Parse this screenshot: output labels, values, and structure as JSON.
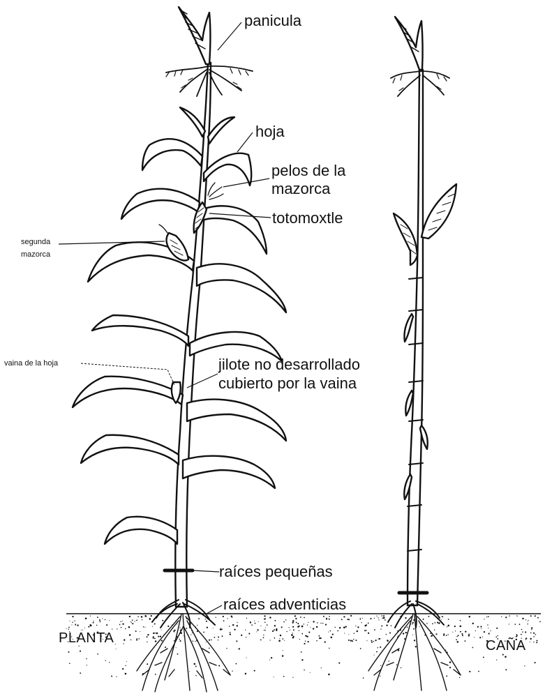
{
  "labels": {
    "panicula": "panicula",
    "hoja": "hoja",
    "pelos_line1": "pelos de la",
    "pelos_line2": "mazorca",
    "totomoxtle": "totomoxtle",
    "segunda_line1": "segunda",
    "segunda_line2": "mazorca",
    "vaina": "vaina de la hoja",
    "jilote_line1": "jilote no desarrollado",
    "jilote_line2": "cubierto por la vaina",
    "raices_pequenas": "raíces pequeñas",
    "raices_adventicias": "raíces adventicias"
  },
  "titles": {
    "planta": "PLANTA",
    "cana": "CAÑA"
  },
  "colors": {
    "ink": "#111111",
    "paper": "#ffffff"
  }
}
